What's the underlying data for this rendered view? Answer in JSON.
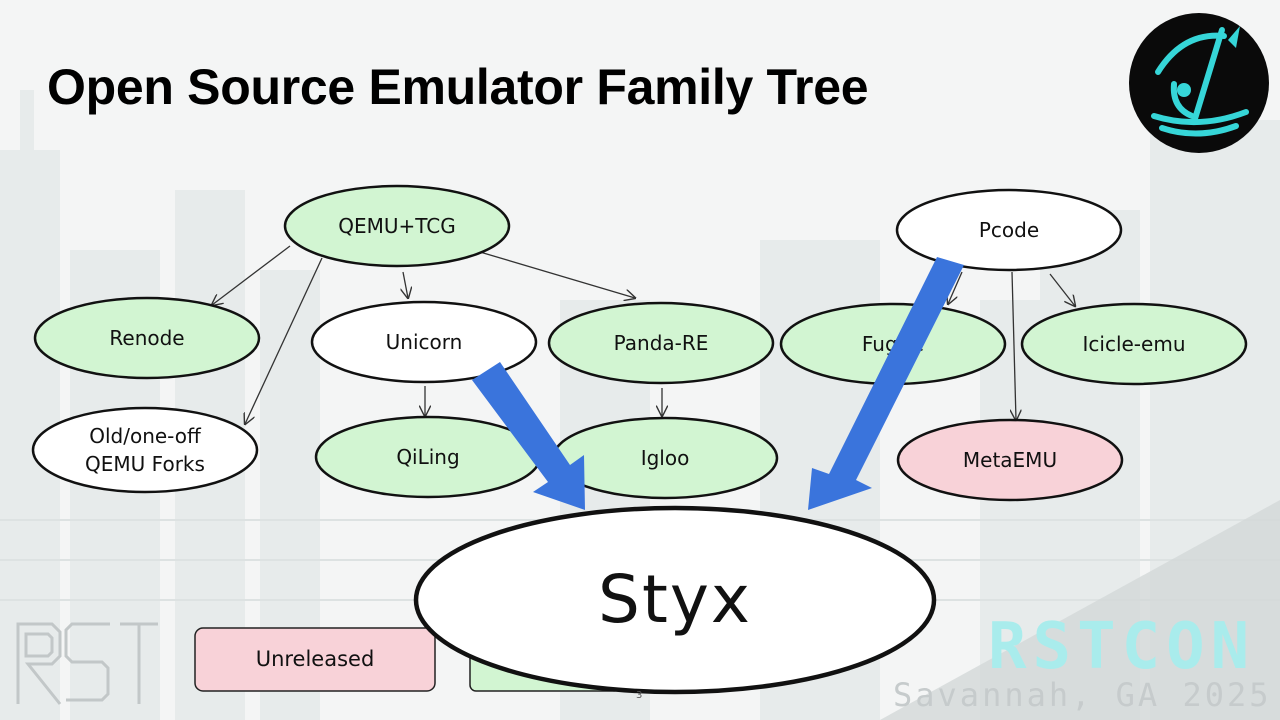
{
  "slide": {
    "title": "Open Source Emulator Family Tree",
    "page_number": "3"
  },
  "colors": {
    "released_fill": "#d2f5d2",
    "unreleased_fill": "#f8d2d8",
    "plain_fill": "#ffffff",
    "arrow_blue": "#3a74dc",
    "badge_teal": "#36d6d8",
    "event_teal": "#a9ecec"
  },
  "nodes": {
    "qemu_tcg": "QEMU+TCG",
    "pcode": "Pcode",
    "renode": "Renode",
    "unicorn": "Unicorn",
    "panda_re": "Panda-RE",
    "fugue": "Fugue",
    "fugue_visible": "Fug re",
    "icicle_emu": "Icicle-emu",
    "old_forks_line1": "Old/one-off",
    "old_forks_line2": "QEMU Forks",
    "qiling": "QiLing",
    "igloo": "Igloo",
    "metaemu": "MetaEMU",
    "styx": "Styx"
  },
  "legend": {
    "unreleased": "Unreleased"
  },
  "branding": {
    "rst_logo": "RST",
    "event_name": "RSTCON",
    "event_location": "Savannah, GA 2025",
    "badge_icon": "trident-boat-icon"
  }
}
